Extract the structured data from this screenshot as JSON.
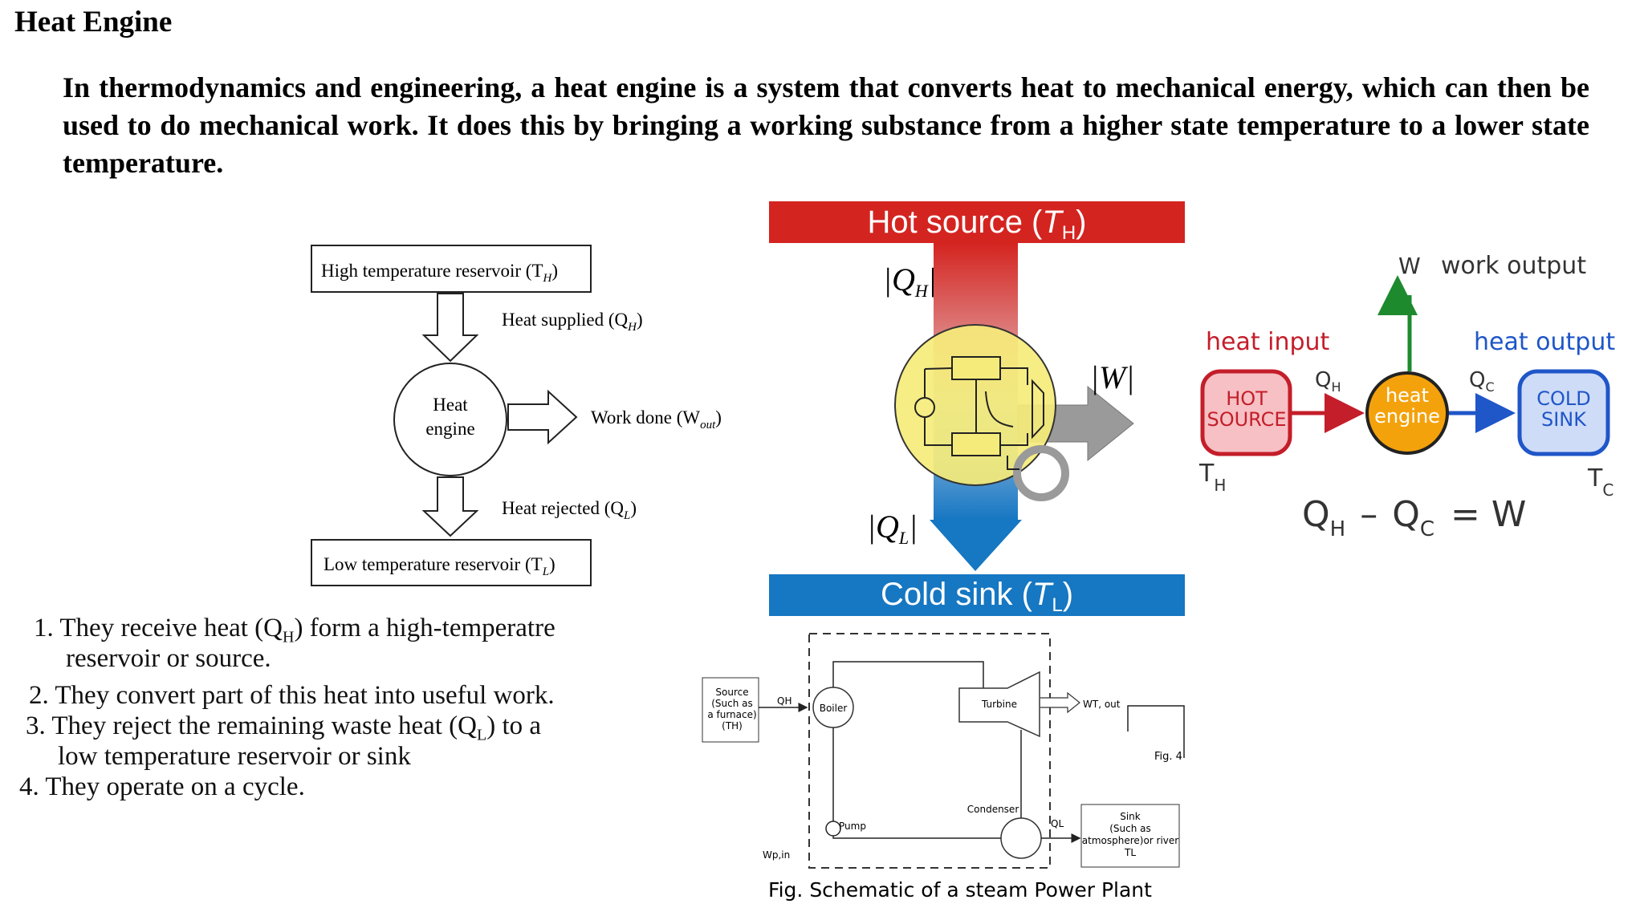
{
  "header": {
    "title": "Heat Engine",
    "intro": "In thermodynamics and engineering, a heat engine is a system that converts heat to mechanical energy, which can then be used to do mechanical work. It does this by bringing a working substance from a higher state temperature to a lower state temperature."
  },
  "fig_left": {
    "high_res_label": "High temperature reservoir (T",
    "high_res_sub": "H",
    "heat_supplied": "Heat supplied (Q",
    "heat_supplied_sub": "H",
    "engine_line1": "Heat",
    "engine_line2": "engine",
    "work_done": "Work done (W",
    "work_done_sub": "out",
    "heat_rejected": "Heat rejected (Q",
    "heat_rejected_sub": "L",
    "low_res_label": "Low temperature reservoir (T",
    "low_res_sub": "L",
    "close_paren": ")"
  },
  "list": {
    "item1_a": "1.  They receive heat (Q",
    "item1_sub": "H",
    "item1_b": ") form a high-temperatre",
    "item1_c": "reservoir or source.",
    "item2": "2.  They convert part of this heat into useful work.",
    "item3_a": "3.  They reject the remaining waste heat (Q",
    "item3_sub": "L",
    "item3_b": ") to a",
    "item3_c": "low temperature reservoir or sink",
    "item4": "4.  They operate on a cycle."
  },
  "fig_center": {
    "hot_source": "Hot source (",
    "hot_T": "T",
    "hot_sub": "H",
    "cold_sink": "Cold sink (",
    "cold_T": "T",
    "cold_sub": "L",
    "close_paren": ")",
    "qh": "|Q",
    "qh_sub": "H",
    "ql": "|Q",
    "ql_sub": "L",
    "bar": "|",
    "w": "|W|",
    "colors": {
      "hot": "#d42420",
      "cold": "#1677c2",
      "engine": "#f5eb7a",
      "arrow": "#9a9a9a"
    }
  },
  "fig_right": {
    "w": "W",
    "work_output": "work output",
    "heat_input": "heat input",
    "heat_output": "heat output",
    "qh": "Q",
    "qh_sub": "H",
    "qc": "Q",
    "qc_sub": "C",
    "hot_line1": "HOT",
    "hot_line2": "SOURCE",
    "engine_line1": "heat",
    "engine_line2": "engine",
    "cold_line1": "COLD",
    "cold_line2": "SINK",
    "th": "T",
    "th_sub": "H",
    "tc": "T",
    "tc_sub": "C",
    "eq_qh": "Q",
    "eq_qh_sub": "H",
    "eq_minus": "–",
    "eq_qc": "Q",
    "eq_qc_sub": "C",
    "eq_rhs": "= W",
    "colors": {
      "red": "#c41e2a",
      "green": "#1e8a2e",
      "blue": "#1f56c8",
      "orange": "#f4a20c"
    }
  },
  "fig_plant": {
    "source_l1": "Source",
    "source_l2": "(Such as",
    "source_l3": "a furnace)",
    "source_l4": "(TH)",
    "qh": "QH",
    "boiler": "Boiler",
    "turbine": "Turbine",
    "wt_out": "WT, out",
    "condenser": "Condenser",
    "ql": "QL",
    "pump": "Pump",
    "wp_in": "Wp,in",
    "sink_l1": "Sink",
    "sink_l2": "(Such as",
    "sink_l3": "atmosphere)or river",
    "sink_l4": "TL",
    "fig_partial": "Fig. 4",
    "caption": "Fig. Schematic of a steam Power Plant"
  }
}
